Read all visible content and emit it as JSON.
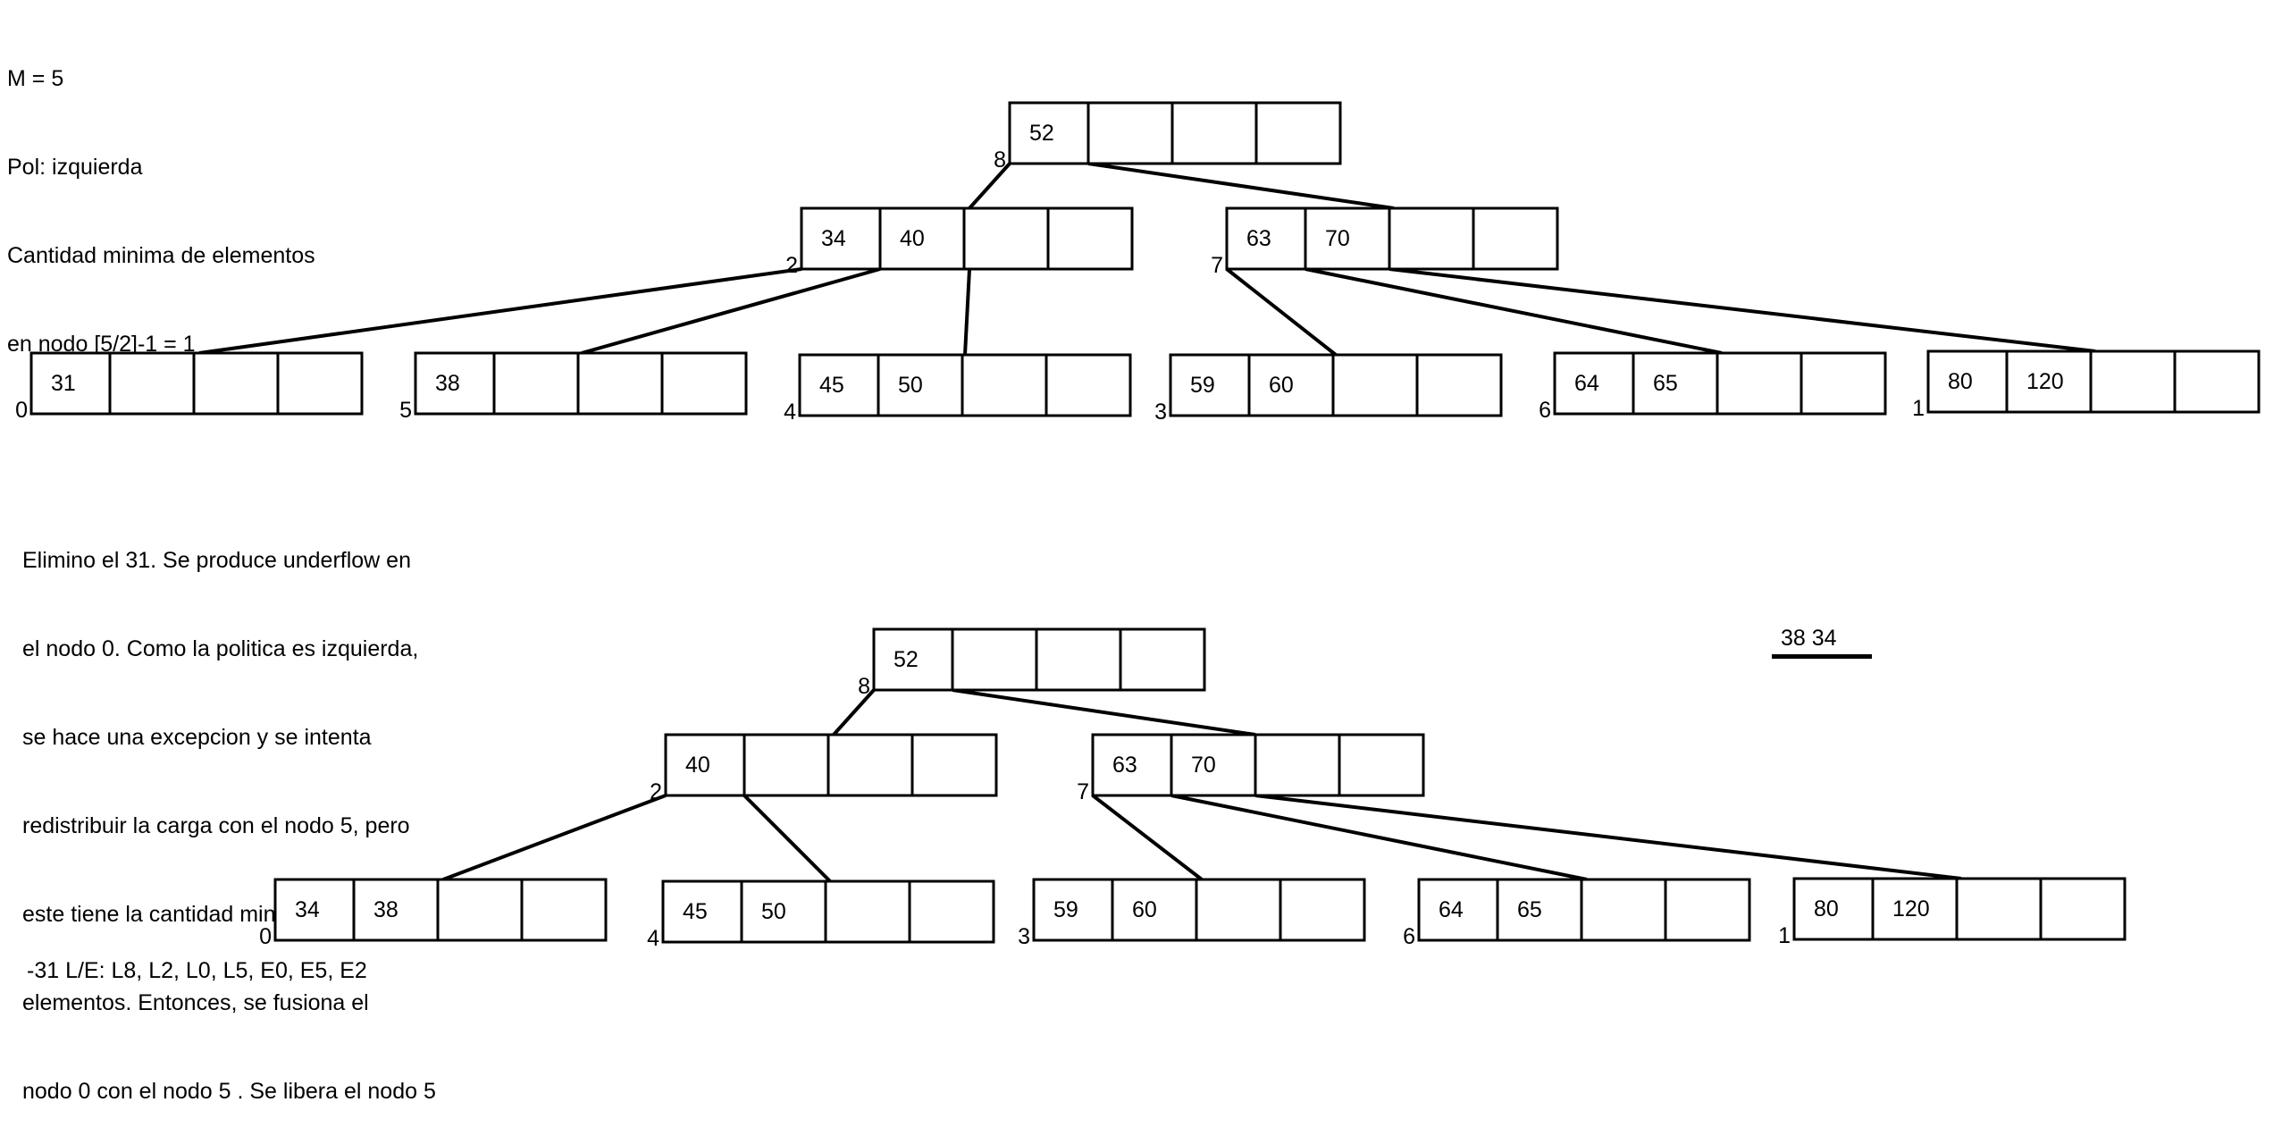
{
  "header": {
    "lines": [
      "M = 5",
      "Pol: izquierda",
      "Cantidad minima de elementos",
      "en nodo [5/2]-1 = 1"
    ]
  },
  "explanation": {
    "lines": [
      "Elimino el 31. Se produce underflow en",
      "el nodo 0. Como la politica es izquierda,",
      "se hace una excepcion y se intenta",
      "redistribuir la carga con el nodo 5, pero",
      "este tiene la cantidad minima de",
      "elementos. Entonces, se fusiona el",
      "nodo 0 con el nodo 5 . Se libera el nodo 5"
    ]
  },
  "side_note": "38 34",
  "stray_mark": "-",
  "footer": "-31 L/E: L8, L2, L0, L5, E0, E5, E2",
  "tree_before": {
    "root": {
      "id": "8",
      "keys": [
        "52",
        "",
        "",
        ""
      ]
    },
    "level1": [
      {
        "id": "2",
        "keys": [
          "34",
          "40",
          "",
          ""
        ]
      },
      {
        "id": "7",
        "keys": [
          "63",
          "70",
          "",
          ""
        ]
      }
    ],
    "leaves": [
      {
        "id": "0",
        "keys": [
          "31",
          "",
          "",
          ""
        ]
      },
      {
        "id": "5",
        "keys": [
          "38",
          "",
          "",
          ""
        ]
      },
      {
        "id": "4",
        "keys": [
          "45",
          "50",
          "",
          ""
        ]
      },
      {
        "id": "3",
        "keys": [
          "59",
          "60",
          "",
          ""
        ]
      },
      {
        "id": "6",
        "keys": [
          "64",
          "65",
          "",
          ""
        ]
      },
      {
        "id": "1",
        "keys": [
          "80",
          "120",
          "",
          ""
        ]
      }
    ]
  },
  "tree_after": {
    "root": {
      "id": "8",
      "keys": [
        "52",
        "",
        "",
        ""
      ]
    },
    "level1": [
      {
        "id": "2",
        "keys": [
          "40",
          "",
          "",
          ""
        ]
      },
      {
        "id": "7",
        "keys": [
          "63",
          "70",
          "",
          ""
        ]
      }
    ],
    "leaves": [
      {
        "id": "0",
        "keys": [
          "34",
          "38",
          "",
          ""
        ]
      },
      {
        "id": "4",
        "keys": [
          "45",
          "50",
          "",
          ""
        ]
      },
      {
        "id": "3",
        "keys": [
          "59",
          "60",
          "",
          ""
        ]
      },
      {
        "id": "6",
        "keys": [
          "64",
          "65",
          "",
          ""
        ]
      },
      {
        "id": "1",
        "keys": [
          "80",
          "120",
          "",
          ""
        ]
      }
    ]
  }
}
